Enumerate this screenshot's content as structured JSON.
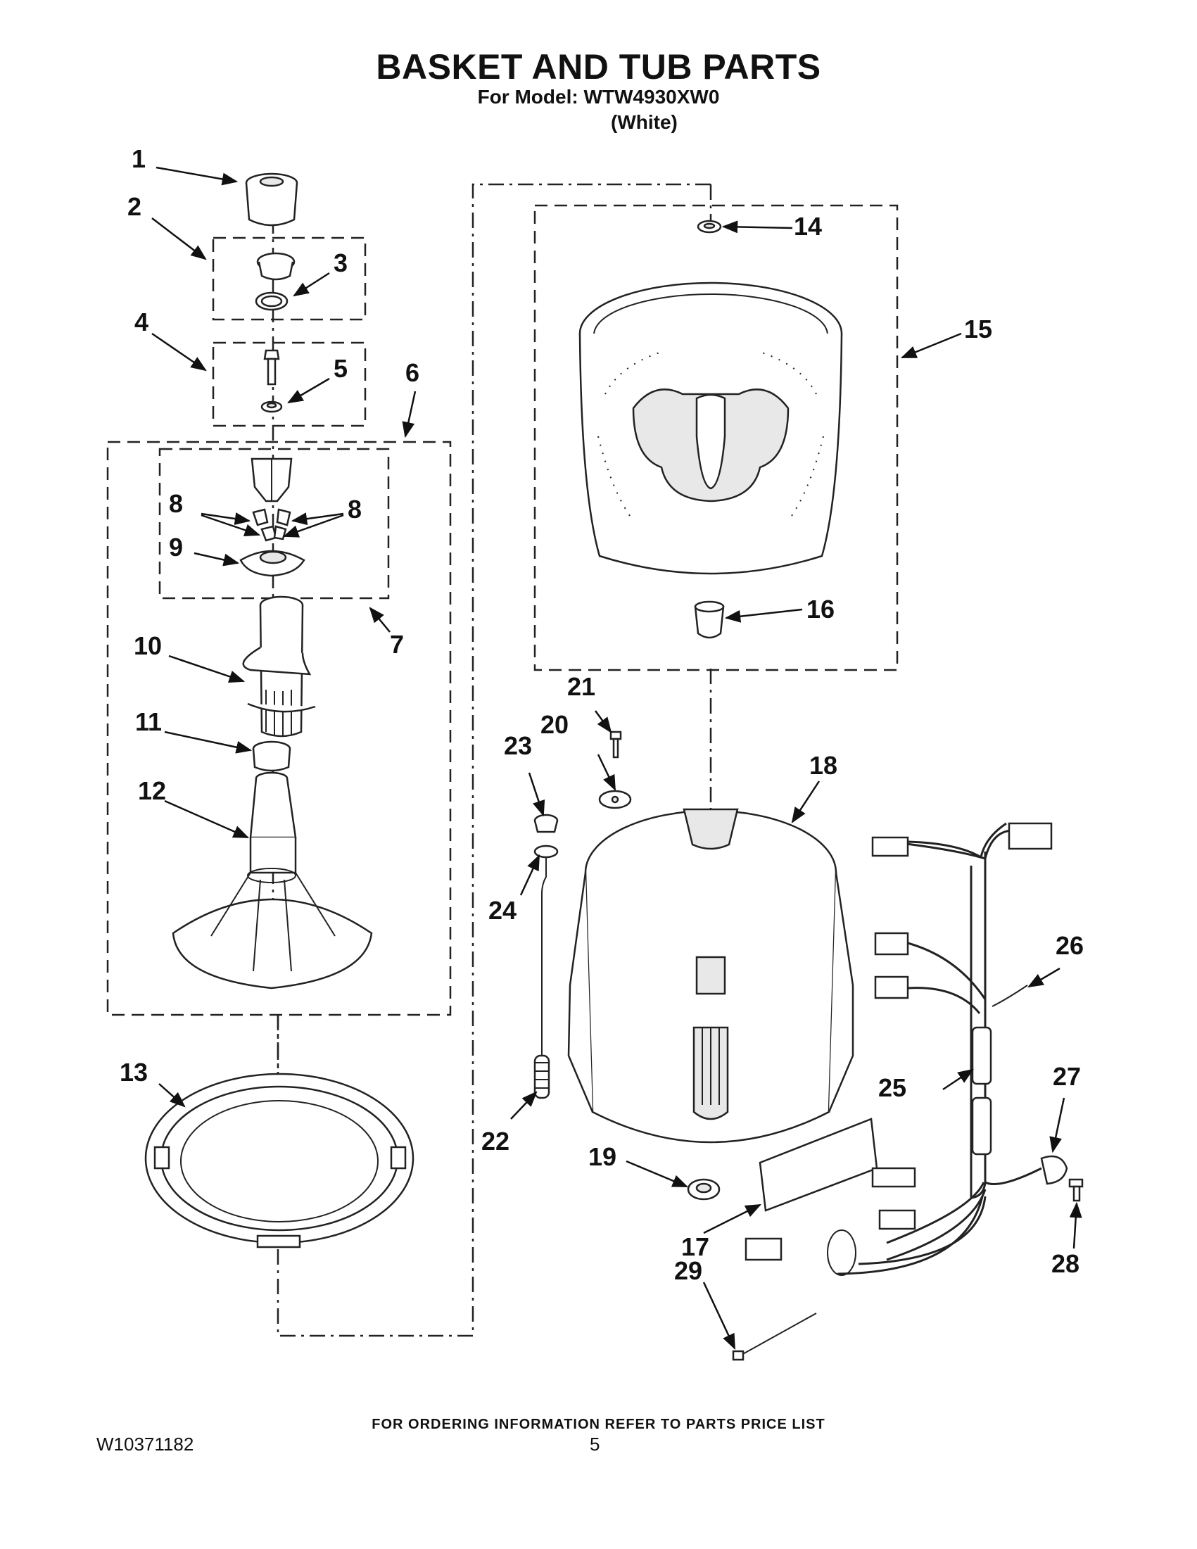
{
  "header": {
    "title": "BASKET AND TUB PARTS",
    "model_line": "For Model: WTW4930XW0",
    "color_line": "(White)"
  },
  "callouts": [
    "1",
    "2",
    "3",
    "4",
    "5",
    "6",
    "7",
    "8",
    "8",
    "9",
    "10",
    "11",
    "12",
    "13",
    "14",
    "15",
    "16",
    "17",
    "18",
    "19",
    "20",
    "21",
    "22",
    "23",
    "24",
    "25",
    "26",
    "27",
    "28",
    "29"
  ],
  "footer": {
    "ordering_note": "FOR ORDERING INFORMATION REFER TO PARTS PRICE LIST",
    "document_number": "W10371182",
    "page_number": "5"
  }
}
